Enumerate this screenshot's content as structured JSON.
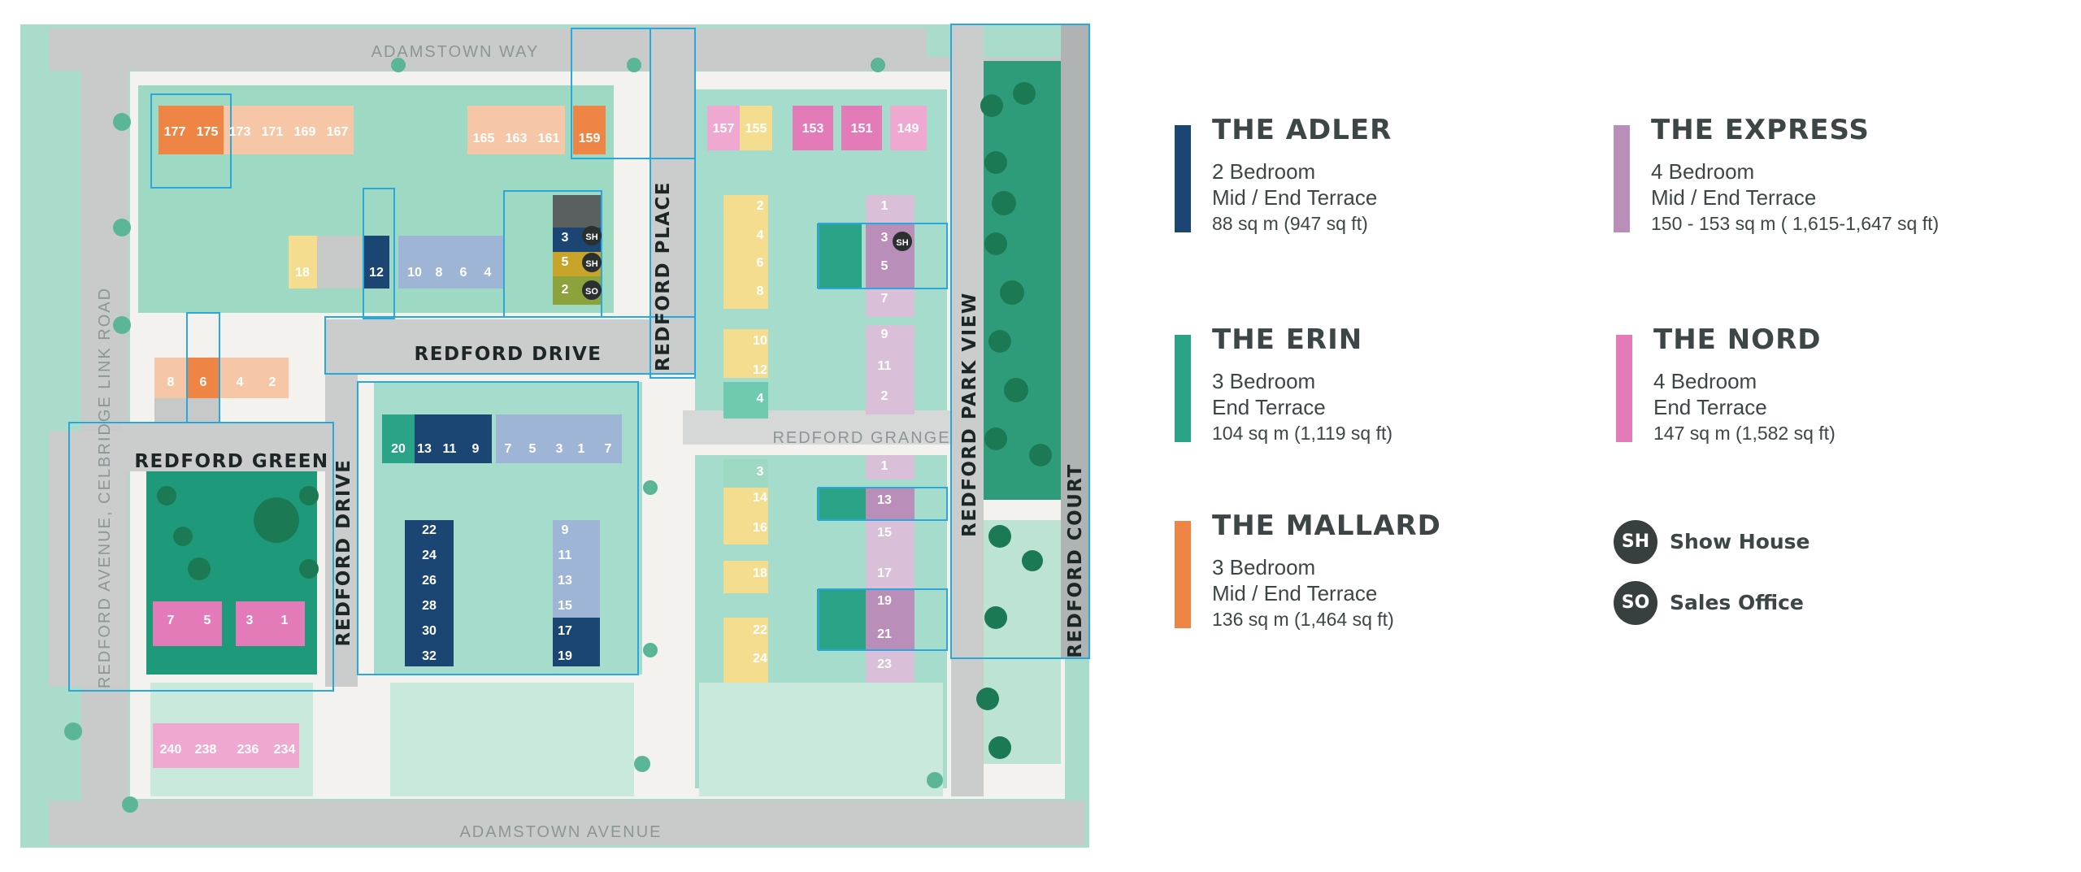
{
  "map": {
    "streets": {
      "adamstown_way": "ADAMSTOWN WAY",
      "adamstown_avenue": "ADAMSTOWN AVENUE",
      "redford_drive_h": "REDFORD DRIVE",
      "redford_drive_v": "REDFORD DRIVE",
      "redford_place": "REDFORD PLACE",
      "redford_green": "REDFORD GREEN",
      "redford_grange": "REDFORD GRANGE",
      "redford_park_view": "REDFORD PARK VIEW",
      "redford_court": "REDFORD COURT",
      "redford_avenue": "REDFORD AVENUE, CELBRIDGE LINK ROAD"
    },
    "plots": {
      "top_row_left": [
        "177",
        "175",
        "173",
        "171",
        "169",
        "167"
      ],
      "top_row_mid": [
        "165",
        "163",
        "161",
        "159"
      ],
      "top_row_right": [
        "157",
        "155",
        "153",
        "151",
        "149"
      ],
      "block_a": [
        "18",
        "12",
        "10",
        "8",
        "6",
        "4"
      ],
      "block_b": [
        "3",
        "5",
        "2"
      ],
      "block_c_left": [
        "8",
        "6",
        "4",
        "2"
      ],
      "block_d_upper": [
        "20",
        "13",
        "11",
        "9",
        "7",
        "5",
        "3",
        "1",
        "7"
      ],
      "block_d_left_col": [
        "22",
        "24",
        "26",
        "28",
        "30",
        "32"
      ],
      "block_d_right_col": [
        "9",
        "11",
        "13",
        "15",
        "17",
        "19"
      ],
      "green_bottom_row": [
        "7",
        "5",
        "3",
        "1"
      ],
      "south_row": [
        "240",
        "238",
        "236",
        "234"
      ],
      "east_col_a": [
        "2",
        "4",
        "6",
        "8",
        "10",
        "12",
        "4"
      ],
      "east_col_b": [
        "1",
        "3",
        "5",
        "7",
        "9",
        "11",
        "2"
      ],
      "east_col_c": [
        "3",
        "14",
        "16",
        "18",
        "22",
        "24"
      ],
      "east_col_d": [
        "1",
        "13",
        "15",
        "17",
        "19",
        "21",
        "23"
      ]
    },
    "badges": {
      "show_house": "SH",
      "sales_office": "SO"
    },
    "colors": {
      "adler": "#1b4673",
      "erin": "#2aa387",
      "mallard": "#ee8545",
      "express": "#b98eb8",
      "nord": "#e27bb7",
      "highlight_outline": "#2aa7dd",
      "road": "#c6c8c8",
      "green": "#9ed9c4"
    }
  },
  "legend": {
    "adler": {
      "title": "THE ADLER",
      "line1": "2 Bedroom",
      "line2": "Mid / End Terrace",
      "line3": "88 sq m (947 sq ft)",
      "color": "#1b4673"
    },
    "erin": {
      "title": "THE ERIN",
      "line1": "3 Bedroom",
      "line2": "End Terrace",
      "line3": "104 sq m (1,119 sq ft)",
      "color": "#2aa387"
    },
    "mallard": {
      "title": "THE MALLARD",
      "line1": "3 Bedroom",
      "line2": "Mid / End Terrace",
      "line3": "136 sq m (1,464 sq ft)",
      "color": "#ee8545"
    },
    "express": {
      "title": "THE EXPRESS",
      "line1": "4 Bedroom",
      "line2": "Mid / End Terrace",
      "line3": "150 - 153 sq m ( 1,615-1,647 sq ft)",
      "color": "#b98eb8"
    },
    "nord": {
      "title": "THE NORD",
      "line1": "4 Bedroom",
      "line2": "End Terrace",
      "line3": "147 sq m (1,582 sq ft)",
      "color": "#e27bb7"
    },
    "show_house": {
      "badge": "SH",
      "label": "Show House"
    },
    "sales_office": {
      "badge": "SO",
      "label": "Sales Office"
    }
  }
}
